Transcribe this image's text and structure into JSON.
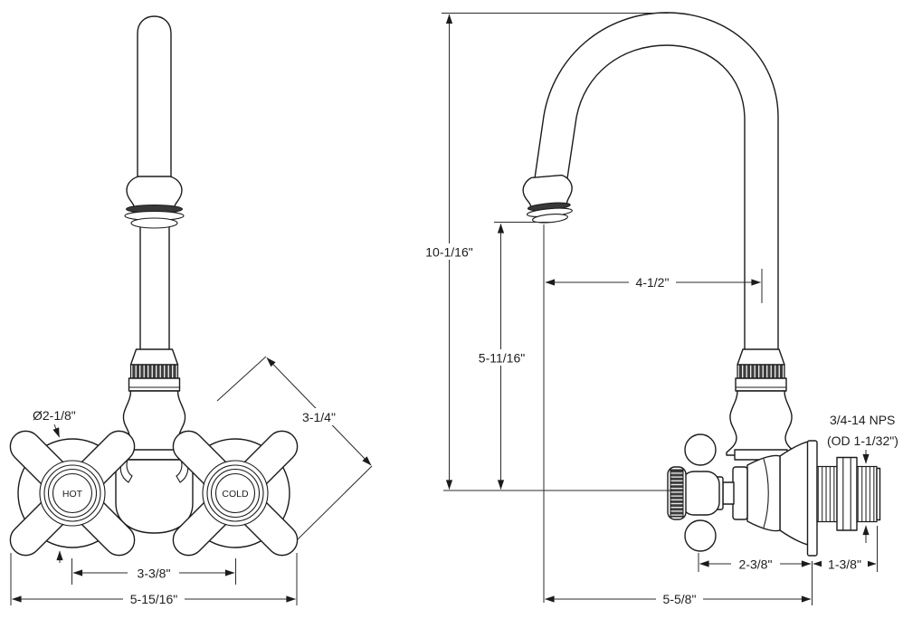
{
  "title": "Wall-mount gooseneck faucet technical drawing",
  "front_view": {
    "handles": {
      "hot": "HOT",
      "cold": "COLD"
    },
    "dims": {
      "backplate_diameter": "Ø2-1/8\"",
      "handle_width": "3-1/4\"",
      "handle_centers": "3-3/8\"",
      "overall_width": "5-15/16\""
    }
  },
  "side_view": {
    "dims": {
      "overall_height": "10-1/16\"",
      "spout_height": "5-11/16\"",
      "spout_reach": "4-1/2\"",
      "thread_spec": "3/4-14 NPS",
      "thread_od": "(OD 1-1/32\")",
      "handle_to_wall": "2-3/8\"",
      "shank_length": "1-3/8\"",
      "overall_depth": "5-5/8\""
    }
  },
  "colors": {
    "line": "#1b1b1b",
    "background": "#ffffff"
  }
}
